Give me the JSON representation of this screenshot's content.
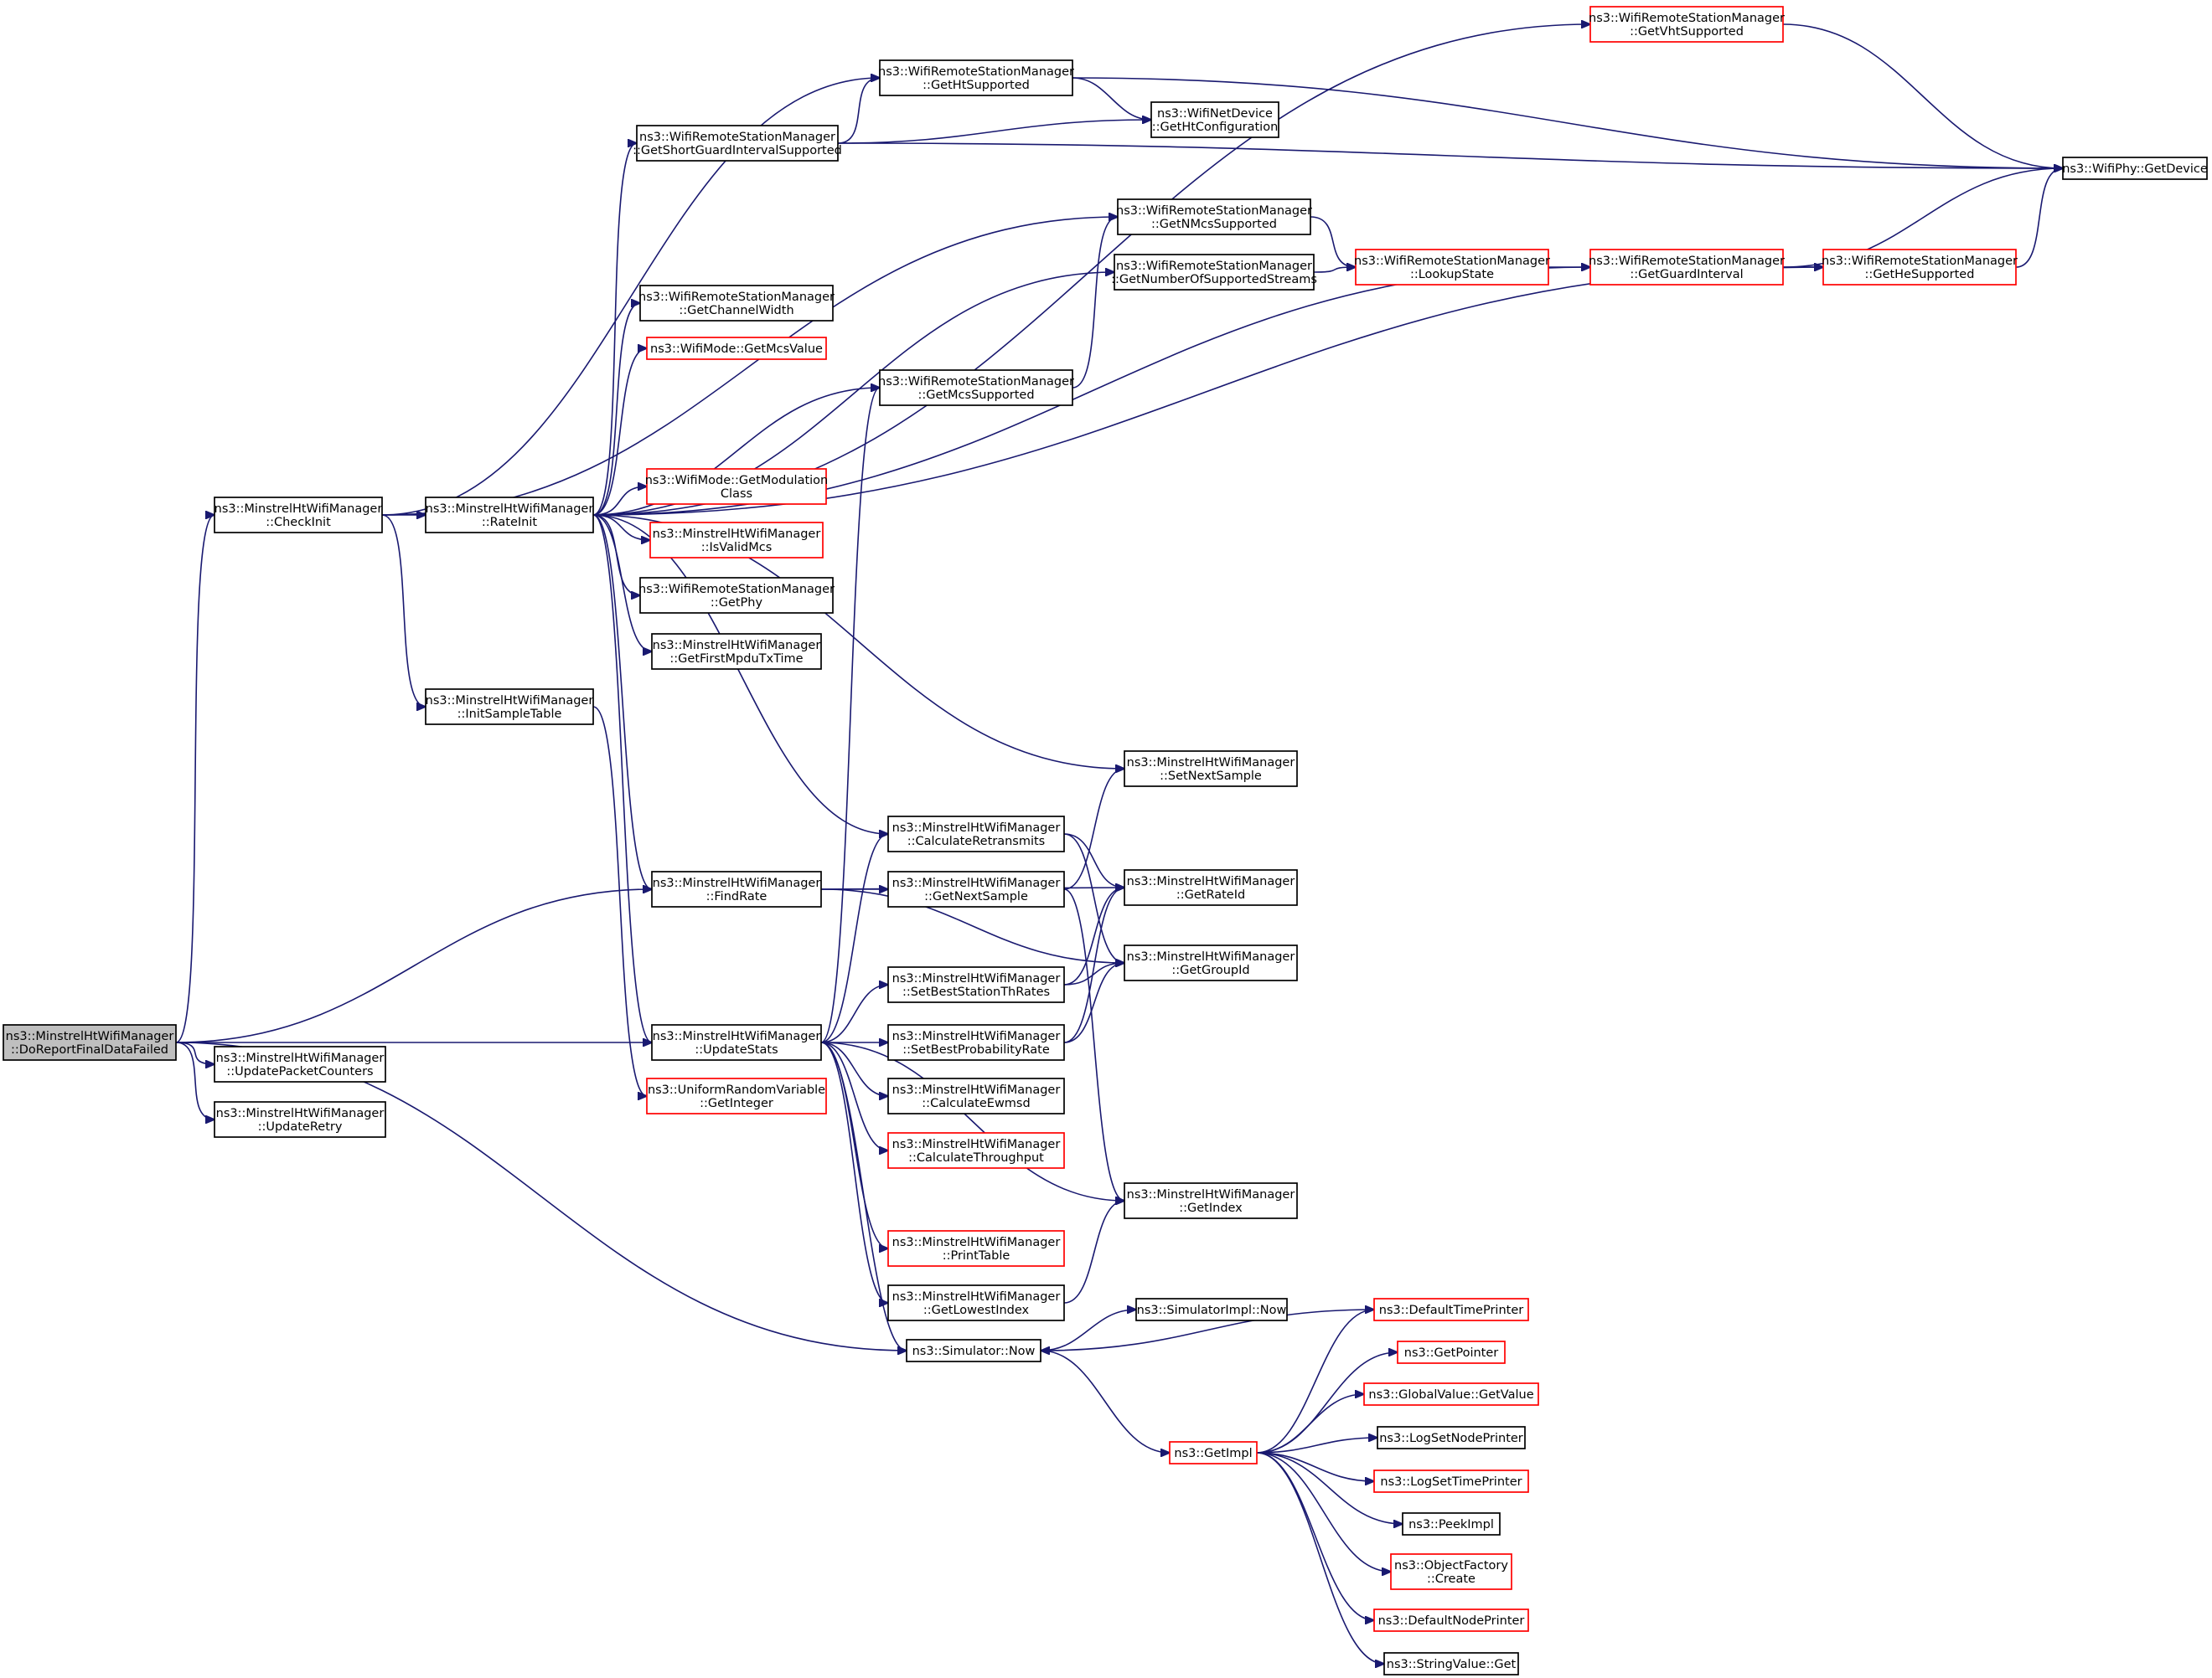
{
  "graph": {
    "nodes": [
      {
        "id": "root",
        "lines": [
          "ns3::MinstrelHtWifiManager",
          "::DoReportFinalDataFailed"
        ],
        "border": "black",
        "root": true
      },
      {
        "id": "checkinit",
        "lines": [
          "ns3::MinstrelHtWifiManager",
          "::CheckInit"
        ],
        "border": "black"
      },
      {
        "id": "updpkt",
        "lines": [
          "ns3::MinstrelHtWifiManager",
          "::UpdatePacketCounters"
        ],
        "border": "black"
      },
      {
        "id": "updretry",
        "lines": [
          "ns3::MinstrelHtWifiManager",
          "::UpdateRetry"
        ],
        "border": "black"
      },
      {
        "id": "rateinit",
        "lines": [
          "ns3::MinstrelHtWifiManager",
          "::RateInit"
        ],
        "border": "black"
      },
      {
        "id": "initsample",
        "lines": [
          "ns3::MinstrelHtWifiManager",
          "::InitSampleTable"
        ],
        "border": "black"
      },
      {
        "id": "shortgi",
        "lines": [
          "ns3::WifiRemoteStationManager",
          "::GetShortGuardIntervalSupported"
        ],
        "border": "black"
      },
      {
        "id": "chwidth",
        "lines": [
          "ns3::WifiRemoteStationManager",
          "::GetChannelWidth"
        ],
        "border": "black"
      },
      {
        "id": "mcsvalue",
        "lines": [
          "ns3::WifiMode::GetMcsValue"
        ],
        "border": "red"
      },
      {
        "id": "modclass",
        "lines": [
          "ns3::WifiMode::GetModulation",
          "Class"
        ],
        "border": "red"
      },
      {
        "id": "isvalidmcs",
        "lines": [
          "ns3::MinstrelHtWifiManager",
          "::IsValidMcs"
        ],
        "border": "red"
      },
      {
        "id": "getphy",
        "lines": [
          "ns3::WifiRemoteStationManager",
          "::GetPhy"
        ],
        "border": "black"
      },
      {
        "id": "firstmpdu",
        "lines": [
          "ns3::MinstrelHtWifiManager",
          "::GetFirstMpduTxTime"
        ],
        "border": "black"
      },
      {
        "id": "findrate",
        "lines": [
          "ns3::MinstrelHtWifiManager",
          "::FindRate"
        ],
        "border": "black"
      },
      {
        "id": "updstats",
        "lines": [
          "ns3::MinstrelHtWifiManager",
          "::UpdateStats"
        ],
        "border": "black"
      },
      {
        "id": "uniform",
        "lines": [
          "ns3::UniformRandomVariable",
          "::GetInteger"
        ],
        "border": "red"
      },
      {
        "id": "htsupp",
        "lines": [
          "ns3::WifiRemoteStationManager",
          "::GetHtSupported"
        ],
        "border": "black"
      },
      {
        "id": "mcssupp",
        "lines": [
          "ns3::WifiRemoteStationManager",
          "::GetMcsSupported"
        ],
        "border": "black"
      },
      {
        "id": "calcretr",
        "lines": [
          "ns3::MinstrelHtWifiManager",
          "::CalculateRetransmits"
        ],
        "border": "black"
      },
      {
        "id": "nextsample",
        "lines": [
          "ns3::MinstrelHtWifiManager",
          "::GetNextSample"
        ],
        "border": "black"
      },
      {
        "id": "beststation",
        "lines": [
          "ns3::MinstrelHtWifiManager",
          "::SetBestStationThRates"
        ],
        "border": "black"
      },
      {
        "id": "bestprob",
        "lines": [
          "ns3::MinstrelHtWifiManager",
          "::SetBestProbabilityRate"
        ],
        "border": "black"
      },
      {
        "id": "ewmsd",
        "lines": [
          "ns3::MinstrelHtWifiManager",
          "::CalculateEwmsd"
        ],
        "border": "black"
      },
      {
        "id": "throughput",
        "lines": [
          "ns3::MinstrelHtWifiManager",
          "::CalculateThroughput"
        ],
        "border": "red"
      },
      {
        "id": "printtable",
        "lines": [
          "ns3::MinstrelHtWifiManager",
          "::PrintTable"
        ],
        "border": "red"
      },
      {
        "id": "lowest",
        "lines": [
          "ns3::MinstrelHtWifiManager",
          "::GetLowestIndex"
        ],
        "border": "black"
      },
      {
        "id": "simnow",
        "lines": [
          "ns3::Simulator::Now"
        ],
        "border": "black"
      },
      {
        "id": "getimpl",
        "lines": [
          "ns3::GetImpl"
        ],
        "border": "red"
      },
      {
        "id": "htconf",
        "lines": [
          "ns3::WifiNetDevice",
          "::GetHtConfiguration"
        ],
        "border": "black"
      },
      {
        "id": "nmcs",
        "lines": [
          "ns3::WifiRemoteStationManager",
          "::GetNMcsSupported"
        ],
        "border": "black"
      },
      {
        "id": "nstreams",
        "lines": [
          "ns3::WifiRemoteStationManager",
          "::GetNumberOfSupportedStreams"
        ],
        "border": "black"
      },
      {
        "id": "setnext",
        "lines": [
          "ns3::MinstrelHtWifiManager",
          "::SetNextSample"
        ],
        "border": "black"
      },
      {
        "id": "rateid",
        "lines": [
          "ns3::MinstrelHtWifiManager",
          "::GetRateId"
        ],
        "border": "black"
      },
      {
        "id": "groupid",
        "lines": [
          "ns3::MinstrelHtWifiManager",
          "::GetGroupId"
        ],
        "border": "black"
      },
      {
        "id": "getindex",
        "lines": [
          "ns3::MinstrelHtWifiManager",
          "::GetIndex"
        ],
        "border": "black"
      },
      {
        "id": "implnow",
        "lines": [
          "ns3::SimulatorImpl::Now"
        ],
        "border": "black"
      },
      {
        "id": "lookup",
        "lines": [
          "ns3::WifiRemoteStationManager",
          "::LookupState"
        ],
        "border": "red"
      },
      {
        "id": "vht",
        "lines": [
          "ns3::WifiRemoteStationManager",
          "::GetVhtSupported"
        ],
        "border": "red"
      },
      {
        "id": "guard",
        "lines": [
          "ns3::WifiRemoteStationManager",
          "::GetGuardInterval"
        ],
        "border": "red"
      },
      {
        "id": "he",
        "lines": [
          "ns3::WifiRemoteStationManager",
          "::GetHeSupported"
        ],
        "border": "red"
      },
      {
        "id": "device",
        "lines": [
          "ns3::WifiPhy::GetDevice"
        ],
        "border": "black"
      },
      {
        "id": "deftime",
        "lines": [
          "ns3::DefaultTimePrinter"
        ],
        "border": "red"
      },
      {
        "id": "pointer",
        "lines": [
          "ns3::GetPointer"
        ],
        "border": "red"
      },
      {
        "id": "globalval",
        "lines": [
          "ns3::GlobalValue::GetValue"
        ],
        "border": "red"
      },
      {
        "id": "lognode",
        "lines": [
          "ns3::LogSetNodePrinter"
        ],
        "border": "black"
      },
      {
        "id": "logtime",
        "lines": [
          "ns3::LogSetTimePrinter"
        ],
        "border": "red"
      },
      {
        "id": "peek",
        "lines": [
          "ns3::PeekImpl"
        ],
        "border": "black"
      },
      {
        "id": "objfact",
        "lines": [
          "ns3::ObjectFactory",
          "::Create"
        ],
        "border": "red"
      },
      {
        "id": "defnode",
        "lines": [
          "ns3::DefaultNodePrinter"
        ],
        "border": "red"
      },
      {
        "id": "strget",
        "lines": [
          "ns3::StringValue::Get"
        ],
        "border": "black"
      }
    ],
    "edges": [
      [
        "root",
        "checkinit"
      ],
      [
        "root",
        "findrate"
      ],
      [
        "root",
        "updstats"
      ],
      [
        "root",
        "updpkt"
      ],
      [
        "root",
        "updretry"
      ],
      [
        "root",
        "simnow"
      ],
      [
        "checkinit",
        "htsupp"
      ],
      [
        "checkinit",
        "nmcs"
      ],
      [
        "checkinit",
        "rateinit"
      ],
      [
        "checkinit",
        "initsample"
      ],
      [
        "rateinit",
        "vht"
      ],
      [
        "rateinit",
        "shortgi"
      ],
      [
        "rateinit",
        "nstreams"
      ],
      [
        "rateinit",
        "chwidth"
      ],
      [
        "rateinit",
        "mcsvalue"
      ],
      [
        "rateinit",
        "mcssupp"
      ],
      [
        "rateinit",
        "guard"
      ],
      [
        "rateinit",
        "modclass"
      ],
      [
        "rateinit",
        "isvalidmcs"
      ],
      [
        "rateinit",
        "getphy"
      ],
      [
        "rateinit",
        "firstmpdu"
      ],
      [
        "rateinit",
        "he"
      ],
      [
        "rateinit",
        "setnext"
      ],
      [
        "rateinit",
        "calcretr"
      ],
      [
        "rateinit",
        "findrate"
      ],
      [
        "rateinit",
        "updstats"
      ],
      [
        "shortgi",
        "htsupp"
      ],
      [
        "shortgi",
        "htconf"
      ],
      [
        "shortgi",
        "device"
      ],
      [
        "htsupp",
        "htconf"
      ],
      [
        "htsupp",
        "device"
      ],
      [
        "vht",
        "device"
      ],
      [
        "mcssupp",
        "nmcs"
      ],
      [
        "nmcs",
        "lookup"
      ],
      [
        "nstreams",
        "lookup"
      ],
      [
        "lookup",
        "guard"
      ],
      [
        "guard",
        "he"
      ],
      [
        "guard",
        "device"
      ],
      [
        "he",
        "device"
      ],
      [
        "initsample",
        "uniform"
      ],
      [
        "findrate",
        "rateid"
      ],
      [
        "findrate",
        "nextsample"
      ],
      [
        "findrate",
        "groupid"
      ],
      [
        "updstats",
        "mcssupp"
      ],
      [
        "updstats",
        "calcretr"
      ],
      [
        "updstats",
        "beststation"
      ],
      [
        "updstats",
        "bestprob"
      ],
      [
        "updstats",
        "ewmsd"
      ],
      [
        "updstats",
        "throughput"
      ],
      [
        "updstats",
        "getindex"
      ],
      [
        "updstats",
        "printtable"
      ],
      [
        "updstats",
        "lowest"
      ],
      [
        "updstats",
        "simnow"
      ],
      [
        "calcretr",
        "rateid"
      ],
      [
        "calcretr",
        "groupid"
      ],
      [
        "nextsample",
        "setnext"
      ],
      [
        "nextsample",
        "getindex"
      ],
      [
        "beststation",
        "rateid"
      ],
      [
        "beststation",
        "groupid"
      ],
      [
        "bestprob",
        "rateid"
      ],
      [
        "bestprob",
        "groupid"
      ],
      [
        "lowest",
        "getindex"
      ],
      [
        "simnow",
        "implnow"
      ],
      [
        "simnow",
        "getimpl"
      ],
      [
        "getimpl",
        "deftime"
      ],
      [
        "getimpl",
        "pointer"
      ],
      [
        "getimpl",
        "globalval"
      ],
      [
        "getimpl",
        "lognode"
      ],
      [
        "getimpl",
        "logtime"
      ],
      [
        "getimpl",
        "peek"
      ],
      [
        "getimpl",
        "objfact"
      ],
      [
        "getimpl",
        "defnode"
      ],
      [
        "getimpl",
        "strget"
      ],
      [
        "deftime",
        "simnow"
      ]
    ]
  }
}
